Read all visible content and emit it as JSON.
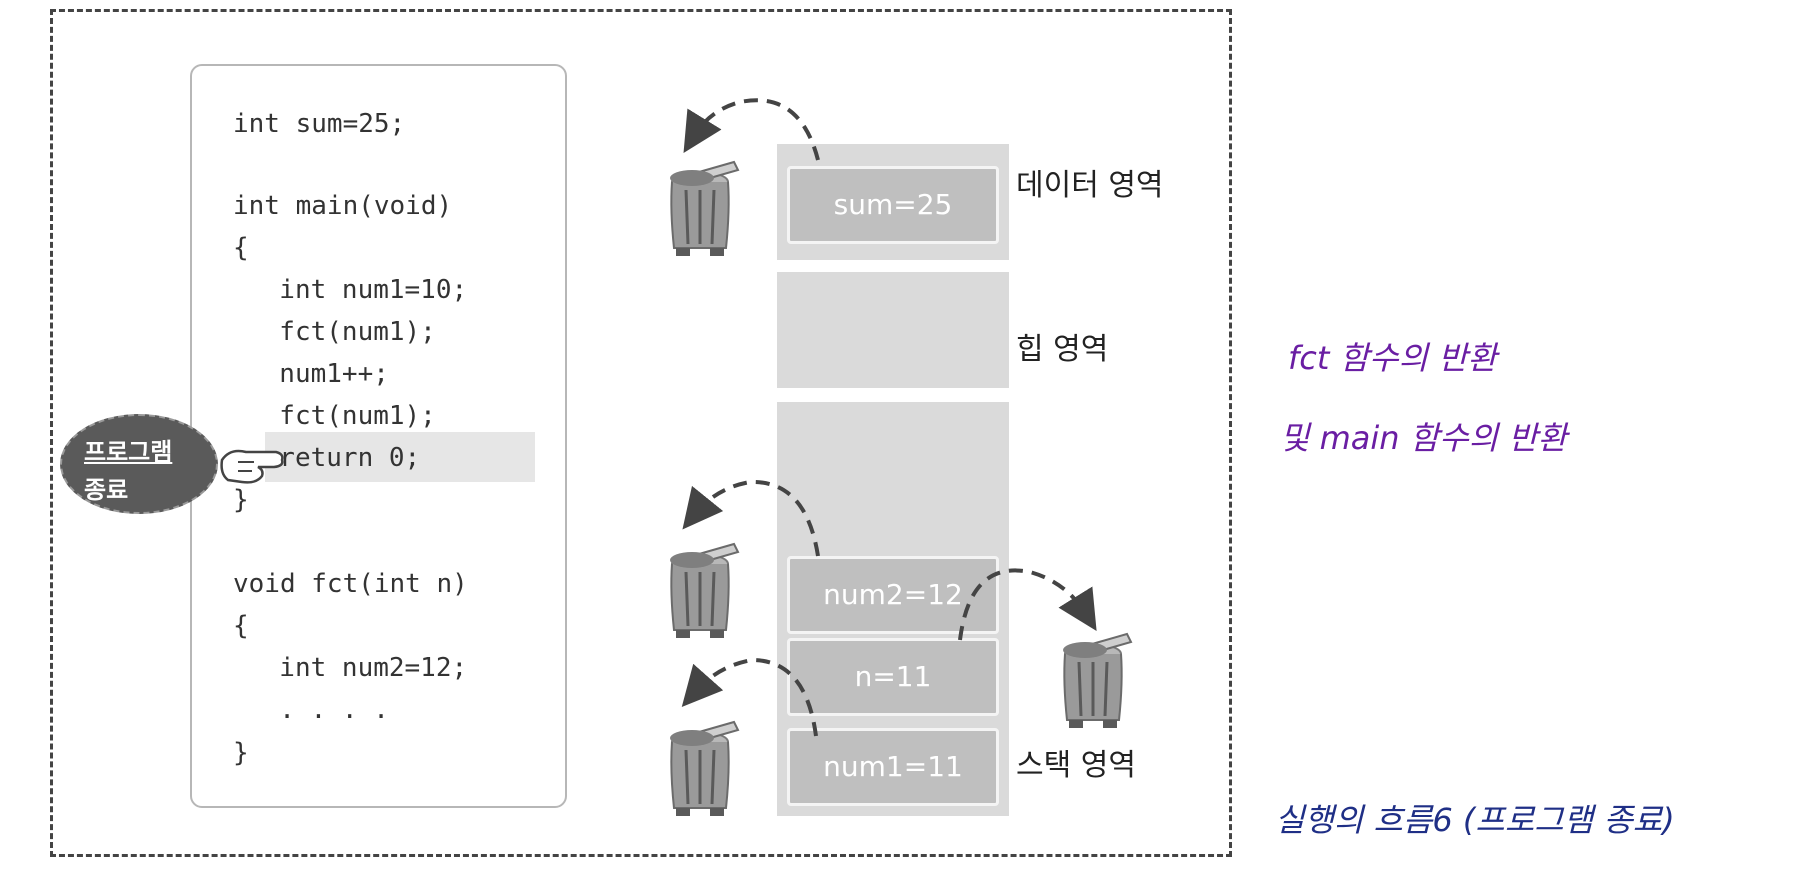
{
  "code": [
    "int sum=25;",
    "int main(void)",
    "{",
    "  int num1=10;",
    "  fct(num1);",
    "  num1++;",
    "  fct(num1);",
    "  return 0;",
    "}",
    "void fct(int n)",
    "{",
    "  int num2=12;",
    "  . . . .",
    "}"
  ],
  "badge": {
    "line1": "프로그램",
    "line2": "종료"
  },
  "memory": {
    "data_region": "데이터 영역",
    "heap_region": "힙 영역",
    "stack_region": "스택 영역",
    "cells": {
      "sum": "sum=25",
      "num2": "num2=12",
      "n": "n=11",
      "num1": "num1=11"
    }
  },
  "notes": {
    "line1": "fct 함수의 반환",
    "line2": "및 main 함수의 반환",
    "caption": "실행의 흐름6 (프로그램 종료)"
  },
  "colors": {
    "region_bg": "#dadada",
    "cell_bg": "#bfbfbf",
    "purple_note": "#6a1ea3",
    "blue_caption": "#1f2f86"
  }
}
